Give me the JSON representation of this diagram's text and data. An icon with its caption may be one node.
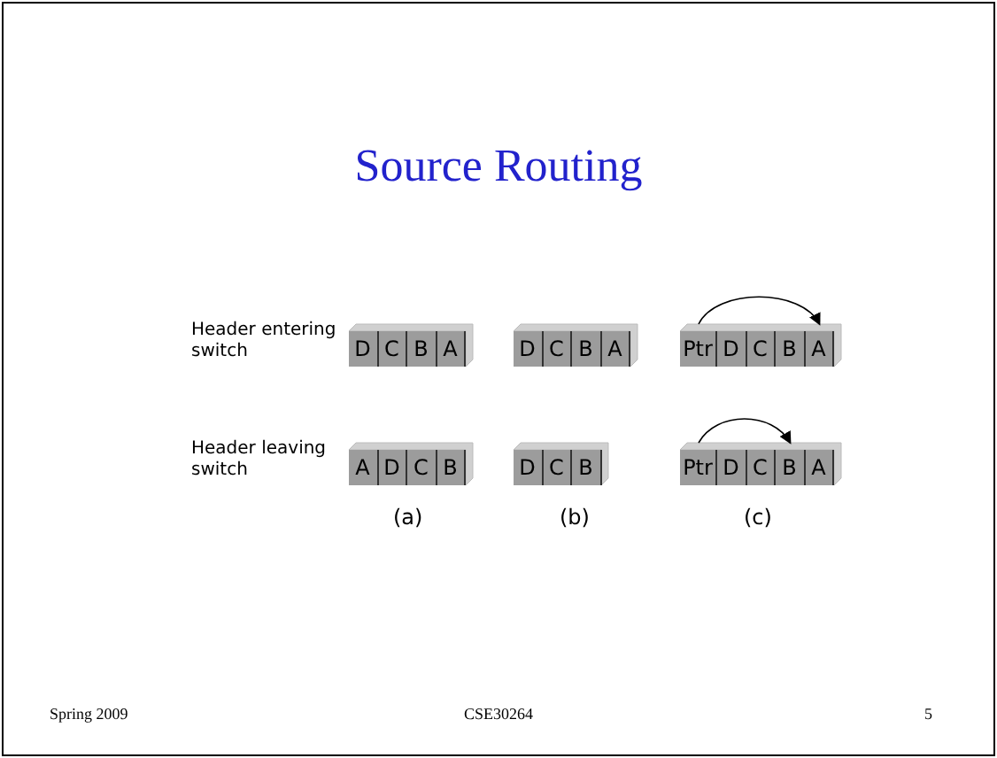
{
  "diagram": {
    "title": "Source Routing",
    "nodes": [
      {
        "text": [
          "D"
        ]
      },
      {
        "text": [
          "C"
        ]
      },
      {
        "text": [
          "B"
        ]
      },
      {
        "text": [
          "A"
        ]
      },
      {
        "text": [
          "D"
        ]
      },
      {
        "text": [
          "C"
        ]
      },
      {
        "text": [
          "B"
        ]
      },
      {
        "text": [
          "A"
        ]
      },
      {
        "text": [
          "Ptr"
        ]
      },
      {
        "text": [
          "D"
        ]
      },
      {
        "text": [
          "C"
        ]
      },
      {
        "text": [
          "B"
        ]
      },
      {
        "text": [
          "A"
        ]
      },
      {
        "text": [
          "A"
        ]
      },
      {
        "text": [
          "D"
        ]
      },
      {
        "text": [
          "C"
        ]
      },
      {
        "text": [
          "B"
        ]
      },
      {
        "text": [
          "D"
        ]
      },
      {
        "text": [
          "C"
        ]
      },
      {
        "text": [
          "B"
        ]
      },
      {
        "text": [
          "Ptr"
        ]
      },
      {
        "text": [
          "D"
        ]
      },
      {
        "text": [
          "C"
        ]
      },
      {
        "text": [
          "B"
        ]
      },
      {
        "text": [
          "A"
        ]
      }
    ],
    "edges": [
      {
        "from": 8,
        "to": 12,
        "arrow": "to"
      },
      {
        "from": 20,
        "to": 23,
        "arrow": "to"
      }
    ],
    "labels": [
      "Header entering switch",
      "Header leaving switch",
      "(a)",
      "(b)",
      "(c)",
      "Spring 2009",
      "CSE30264",
      "5"
    ]
  }
}
